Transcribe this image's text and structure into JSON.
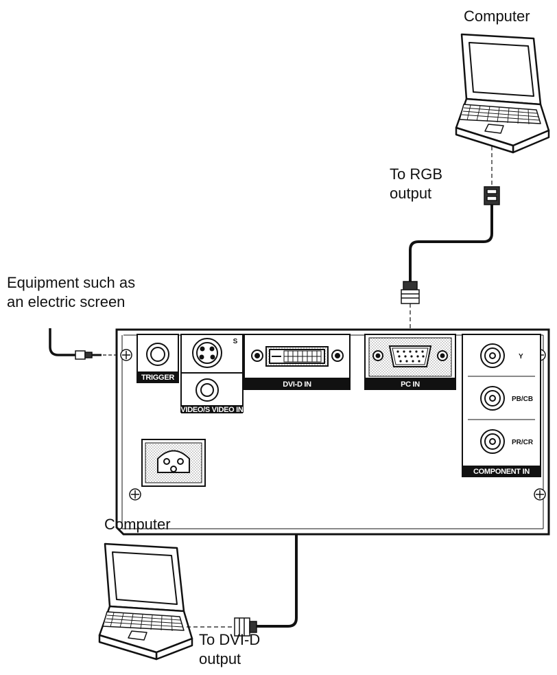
{
  "callouts": {
    "computer_top": "Computer",
    "rgb_line1": "To RGB",
    "rgb_line2": "output",
    "equipment_line1": "Equipment such as",
    "equipment_line2": "an electric screen",
    "computer_bottom": "Computer",
    "dvi_line1": "To DVI-D",
    "dvi_line2": "output"
  },
  "panel": {
    "trigger": "TRIGGER",
    "s_mark": "S",
    "video_in": "VIDEO/S VIDEO IN",
    "dvi_in": "DVI-D IN",
    "pc_in": "PC IN",
    "y": "Y",
    "pb": "PB/CB",
    "pr": "PR/CR",
    "component_in": "COMPONENT IN"
  },
  "colors": {
    "line": "#111111",
    "panel_fill": "#ffffff",
    "label_bg": "#111111",
    "stipple": "#cfcfcf"
  }
}
